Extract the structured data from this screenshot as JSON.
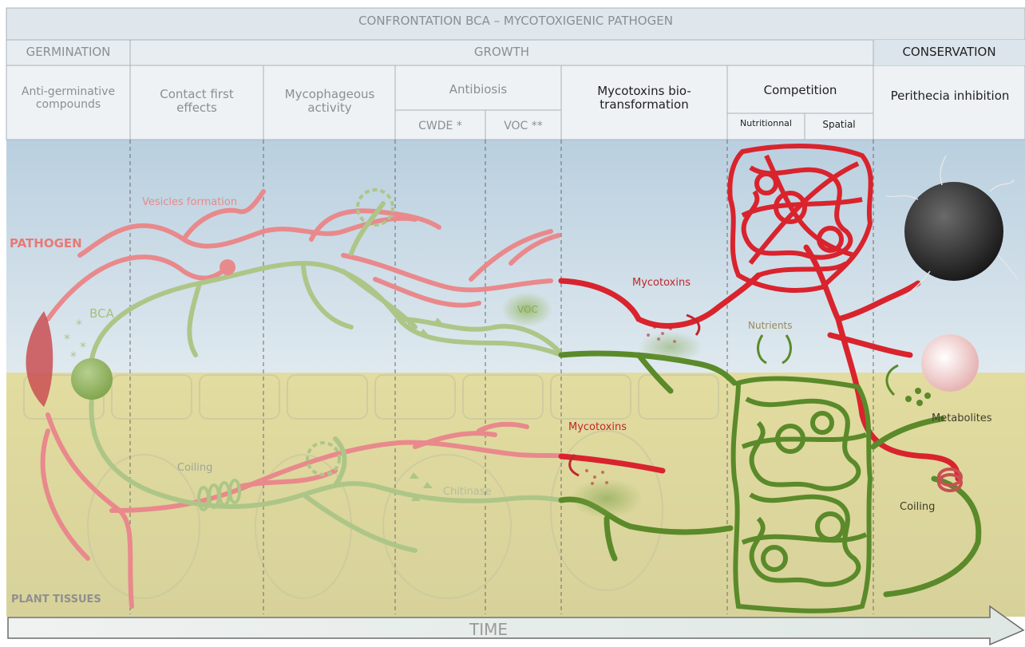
{
  "header": {
    "title": "CONFRONTATION BCA – MYCOTOXIGENIC PATHOGEN",
    "phases": {
      "germination": "GERMINATION",
      "growth": "GROWTH",
      "conservation": "CONSERVATION"
    },
    "mechanisms": {
      "anti_germinative": "Anti-germinative compounds",
      "contact_first": "Contact first effects",
      "mycophageous": "Mycophageous activity",
      "antibiosis": "Antibiosis",
      "cwde": "CWDE *",
      "voc": "VOC **",
      "mycotoxins_bio": "Mycotoxins bio-transformation",
      "competition": "Competition",
      "nutritional": "Nutritionnal",
      "spatial": "Spatial",
      "perithecia": "Perithecia inhibition"
    }
  },
  "labels": {
    "pathogen": "PATHOGEN",
    "bca": "BCA",
    "vesicles": "Vesicles formation",
    "voc_bubble": "VOC",
    "mycotoxins_upper": "Mycotoxins",
    "mycotoxins_lower": "Mycotoxins",
    "nutrients": "Nutrients",
    "metabolites": "Metabolites",
    "coiling_left": "Coiling",
    "coiling_right": "Coiling",
    "chitinase": "Chitinase",
    "plant_tissues": "PLANT TISSUES",
    "time": "TIME"
  },
  "colors": {
    "pathogen": "#d9232d",
    "pathogen_faded": "#e88a8c",
    "bca": "#5a8a2a",
    "bca_faded": "#a9c283",
    "sky": "#cddbe6",
    "soil": "#d9d7a8",
    "header_bg": "#e4ebf0"
  }
}
